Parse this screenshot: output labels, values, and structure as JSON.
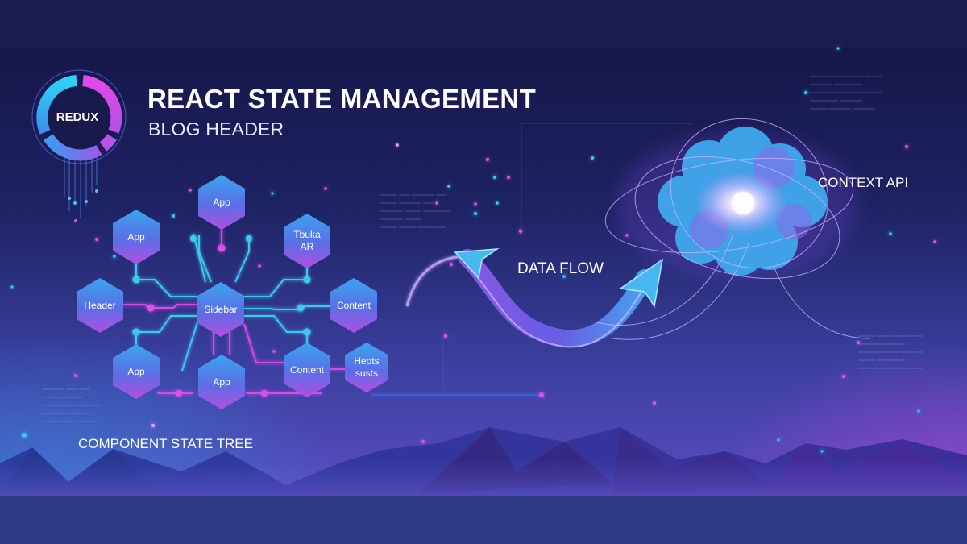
{
  "header": {
    "title": "REACT STATE MANAGEMENT",
    "subtitle": "BLOG HEADER"
  },
  "badge": {
    "label": "REDUX",
    "icon": "ring-segments-icon"
  },
  "component_tree": {
    "caption": "COMPONENT STATE TREE",
    "nodes": [
      {
        "id": "top",
        "label": "App"
      },
      {
        "id": "upper-left",
        "label": "App"
      },
      {
        "id": "upper-right",
        "label": "Tbuka\nAR"
      },
      {
        "id": "left",
        "label": "Header"
      },
      {
        "id": "center",
        "label": "Sidebar"
      },
      {
        "id": "right",
        "label": "Content"
      },
      {
        "id": "lower-left",
        "label": "App"
      },
      {
        "id": "bottom",
        "label": "App"
      },
      {
        "id": "lower-right",
        "label": "Content"
      },
      {
        "id": "far-right",
        "label": "Heots\nsusts"
      }
    ]
  },
  "data_flow": {
    "label": "DATA FLOW",
    "icon": "curved-arrow-icon"
  },
  "context_api": {
    "label": "CONTEXT API",
    "icon": "glowing-cloud-icon"
  },
  "colors": {
    "background_top": "#17174a",
    "background_bottom_left": "#28a0e6",
    "background_bottom_right": "#c846dc",
    "bottom_band": "#2e3a86",
    "accent_cyan": "#3cc8f0",
    "accent_magenta": "#d84ae6",
    "text": "#ffffff"
  }
}
